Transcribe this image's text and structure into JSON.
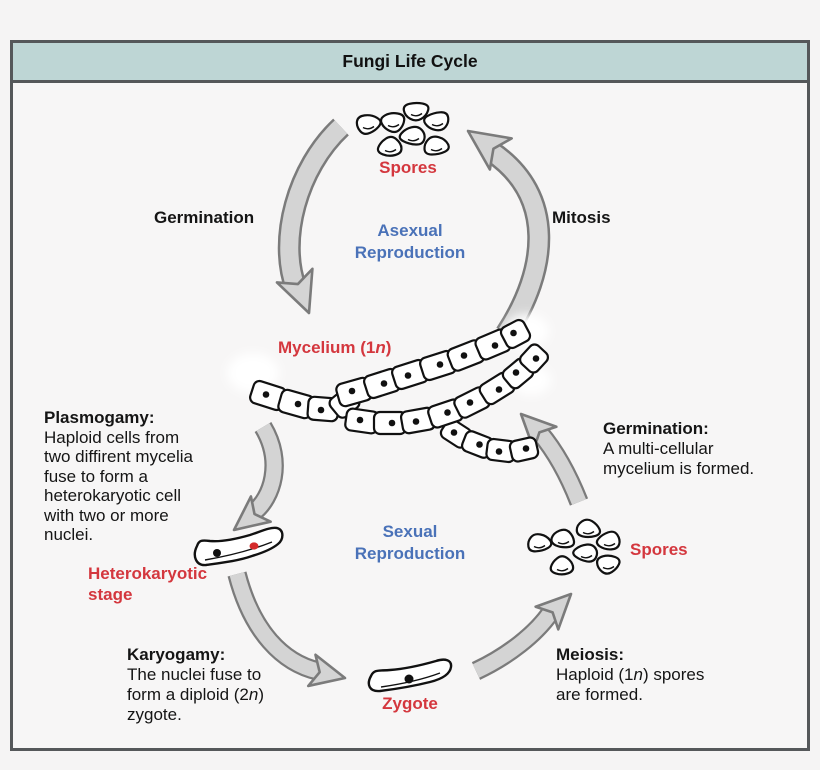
{
  "header": {
    "title": "Fungi Life Cycle"
  },
  "asexual": {
    "spores_label": "Spores",
    "germination_label": "Germination",
    "mitosis_label": "Mitosis",
    "cycle_line1": "Asexual",
    "cycle_line2": "Reproduction",
    "mycelium_label": {
      "pre": "Mycelium (1",
      "it": "n",
      "post": ")"
    }
  },
  "sexual": {
    "cycle_line1": "Sexual",
    "cycle_line2": "Reproduction",
    "plasmogamy": {
      "heading": "Plasmogamy:",
      "lines": [
        "Haploid cells from",
        "two diffirent mycelia",
        "fuse to form a",
        "heterokaryotic cell",
        "with two or more",
        "nuclei."
      ]
    },
    "heterokaryotic": {
      "line1": "Heterokaryotic",
      "line2": "stage"
    },
    "karyogamy": {
      "heading": "Karyogamy:",
      "line1": "The nuclei fuse to",
      "line2": {
        "pre": "form a diploid (2",
        "it": "n",
        "post": ")"
      },
      "line3": "zygote."
    },
    "zygote_label": "Zygote",
    "meiosis": {
      "heading": "Meiosis:",
      "line1": {
        "pre": "Haploid (1",
        "it": "n",
        "post": ") spores"
      },
      "line2": "are formed."
    },
    "spores_label": "Spores",
    "germination": {
      "heading": "Germination:",
      "lines": [
        "A multi-cellular",
        "mycelium is formed."
      ]
    }
  },
  "colors": {
    "red": "#d4373e",
    "blue": "#4a72b8",
    "header_bg": "#bed6d5",
    "arrow_fill": "#d4d4d4",
    "arrow_outline": "#7b7b7b",
    "nucleus_red": "#d42a2a",
    "ink": "#111111"
  }
}
